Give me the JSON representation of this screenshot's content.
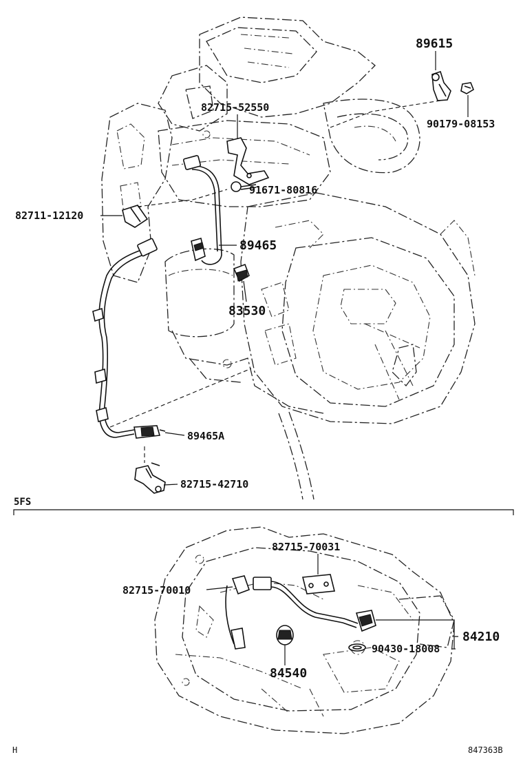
{
  "diagram": {
    "section_label": "5FS",
    "footer_left": "H",
    "footer_right": "847363B",
    "labels": {
      "p89615": "89615",
      "p90179_08153": "90179-08153",
      "p82715_52550": "82715-52550",
      "p91671_80816": "91671-80816",
      "p82711_12120": "82711-12120",
      "p89465": "89465",
      "p83530": "83530",
      "p89465A": "89465A",
      "p82715_42710": "82715-42710",
      "p82715_70031": "82715-70031",
      "p82715_70010": "82715-70010",
      "p84210": "84210",
      "p90430_18008": "90430-18008",
      "p84540": "84540"
    }
  }
}
